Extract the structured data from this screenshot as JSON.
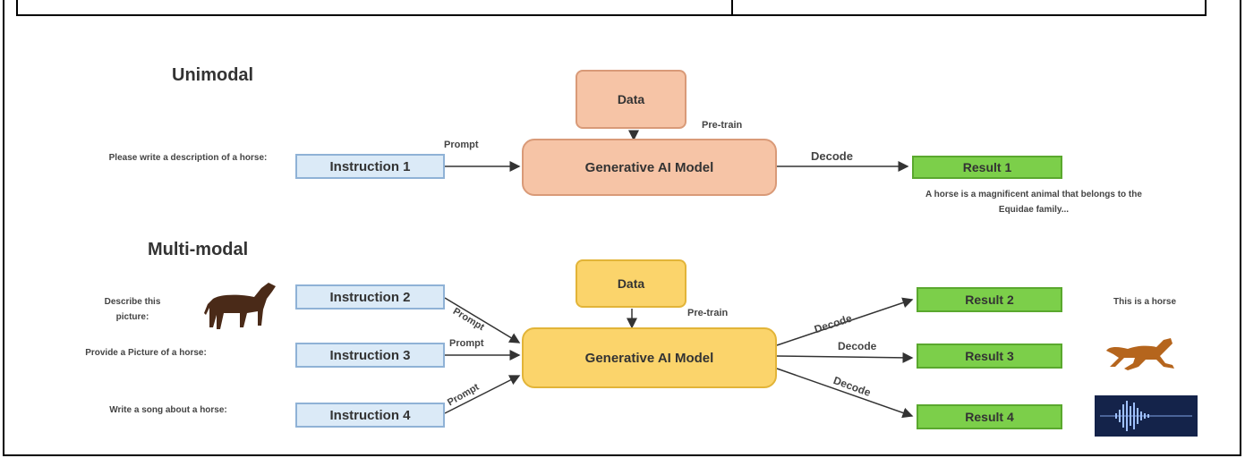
{
  "colors": {
    "instruction_fill": "#dbeaf7",
    "result_fill": "#7ccf4a",
    "unimodal_model_fill": "#f6c4a6",
    "multimodal_model_fill": "#fbd46b",
    "arrow": "#333333"
  },
  "unimodal": {
    "title": "Unimodal",
    "prompt_text": "Please write a description of a horse:",
    "instruction": "Instruction 1",
    "prompt_label": "Prompt",
    "data": "Data",
    "pretrain_label": "Pre-train",
    "model": "Generative AI Model",
    "decode_label": "Decode",
    "result": "Result 1",
    "result_text": "A horse is a magnificent animal that belongs to the Equidae family..."
  },
  "multimodal": {
    "title": "Multi-modal",
    "data": "Data",
    "pretrain_label": "Pre-train",
    "model": "Generative AI Model",
    "inputs": [
      {
        "prompt_text": "Describe this picture:",
        "instruction": "Instruction 2",
        "prompt_label": "Prompt",
        "icon": "horse-photo-icon"
      },
      {
        "prompt_text": "Provide a Picture of a horse:",
        "instruction": "Instruction 3",
        "prompt_label": "Prompt"
      },
      {
        "prompt_text": "Write a song about a horse:",
        "instruction": "Instruction 4",
        "prompt_label": "Prompt"
      }
    ],
    "outputs": [
      {
        "decode_label": "Decode",
        "result": "Result 2",
        "output_text": "This is a horse"
      },
      {
        "decode_label": "Decode",
        "result": "Result 3",
        "output_icon": "running-horse-icon"
      },
      {
        "decode_label": "Decode",
        "result": "Result 4",
        "output_icon": "audio-waveform-icon"
      }
    ]
  }
}
